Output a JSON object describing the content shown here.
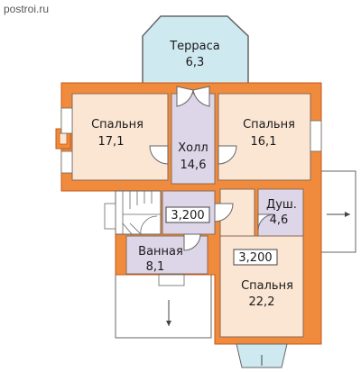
{
  "watermark": "postroi.ru",
  "rooms": [
    {
      "id": "terrace",
      "name": "Терраса",
      "area": "6,3"
    },
    {
      "id": "bedroom-1",
      "name": "Спальня",
      "area": "17,1"
    },
    {
      "id": "hall",
      "name": "Холл",
      "area": "14,6"
    },
    {
      "id": "bedroom-2",
      "name": "Спальня",
      "area": "16,1"
    },
    {
      "id": "shower",
      "name": "Душ.",
      "area": "4,6"
    },
    {
      "id": "bathroom",
      "name": "Ванная",
      "area": "8,1"
    },
    {
      "id": "bedroom-3",
      "name": "Спальня",
      "area": "22,2"
    }
  ],
  "levels": [
    "3,200",
    "3,200"
  ],
  "colors": {
    "wall": "#f08a3c",
    "wall_stroke": "#c45a1a",
    "room_fill": "#fbe6d4",
    "hall_fill": "#ddd5e8",
    "terrace_fill": "#cfe9f0",
    "room_stroke": "#8a6a55"
  }
}
